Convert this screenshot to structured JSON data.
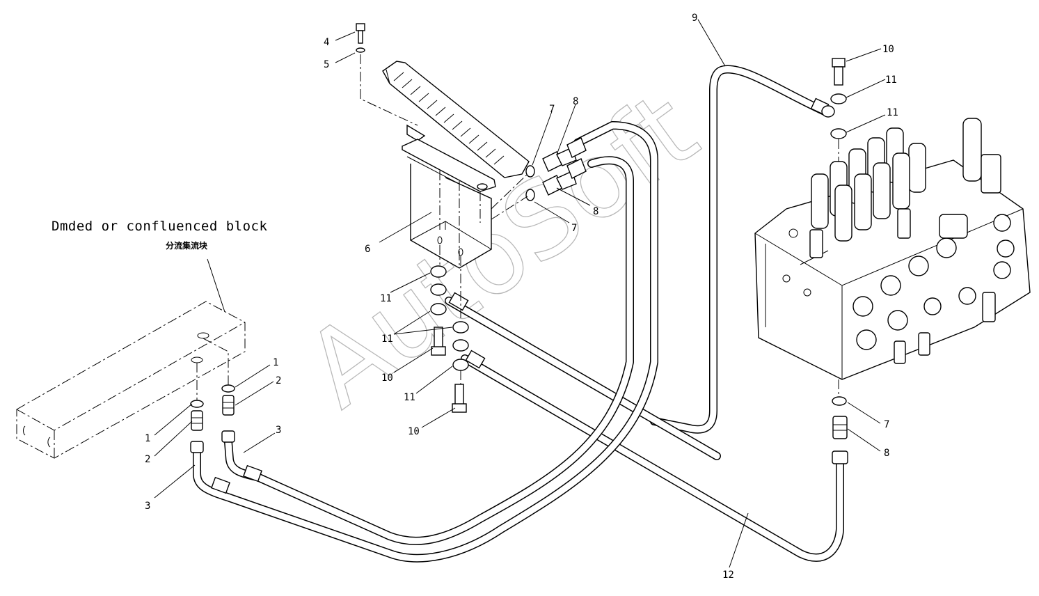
{
  "block_label_en": "Dmded or confluenced block",
  "block_label_cn": "分流集流块",
  "watermark": "AutoSoft",
  "callouts": {
    "c4": "4",
    "c5": "5",
    "c6": "6",
    "c7a": "7",
    "c8a": "8",
    "c8b": "8",
    "c7b": "7",
    "c9": "9",
    "c10a": "10",
    "c11a": "11",
    "c11b": "11",
    "c11c": "11",
    "c11d": "11",
    "c10b": "10",
    "c11e": "11",
    "c10c": "10",
    "c1a": "1",
    "c2a": "2",
    "c3a": "3",
    "c1b": "1",
    "c2b": "2",
    "c3b": "3",
    "c7c": "7",
    "c8c": "8",
    "c12": "12"
  }
}
